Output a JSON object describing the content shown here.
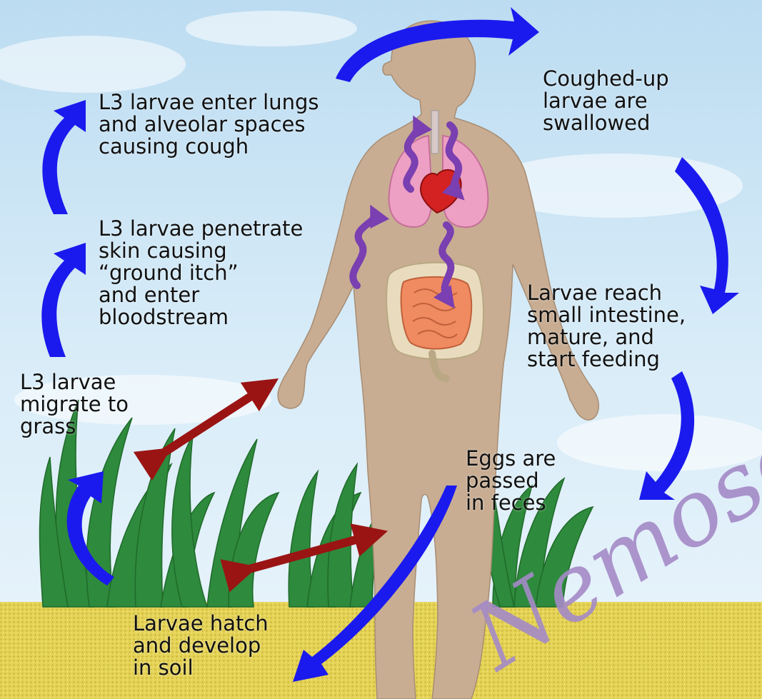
{
  "labels": {
    "lungs": "L3 larvae enter lungs\nand alveolar spaces\ncausing cough",
    "coughed": "Coughed-up\nlarvae are\nswallowed",
    "penetrate": "L3 larvae penetrate\nskin causing\n“ground itch”\nand enter\nbloodstream",
    "intestine": "Larvae reach\nsmall intestine,\nmature, and\nstart feeding",
    "migrate": "L3 larvae\nmigrate to\ngrass",
    "eggs": "Eggs are\npassed\nin feces",
    "hatch": "Larvae hatch\nand develop\nin soil"
  },
  "watermark": "Nemose",
  "colors": {
    "sky": "#cfe6f5",
    "soil": "#e4d255",
    "grass": "#2e8a3c",
    "body": "#c8ad93",
    "cycle_arrow": "#1a1aee",
    "penetration_arrow": "#9a1414",
    "larva_path": "#7a3fb0",
    "watermark": "#a48ac7"
  }
}
